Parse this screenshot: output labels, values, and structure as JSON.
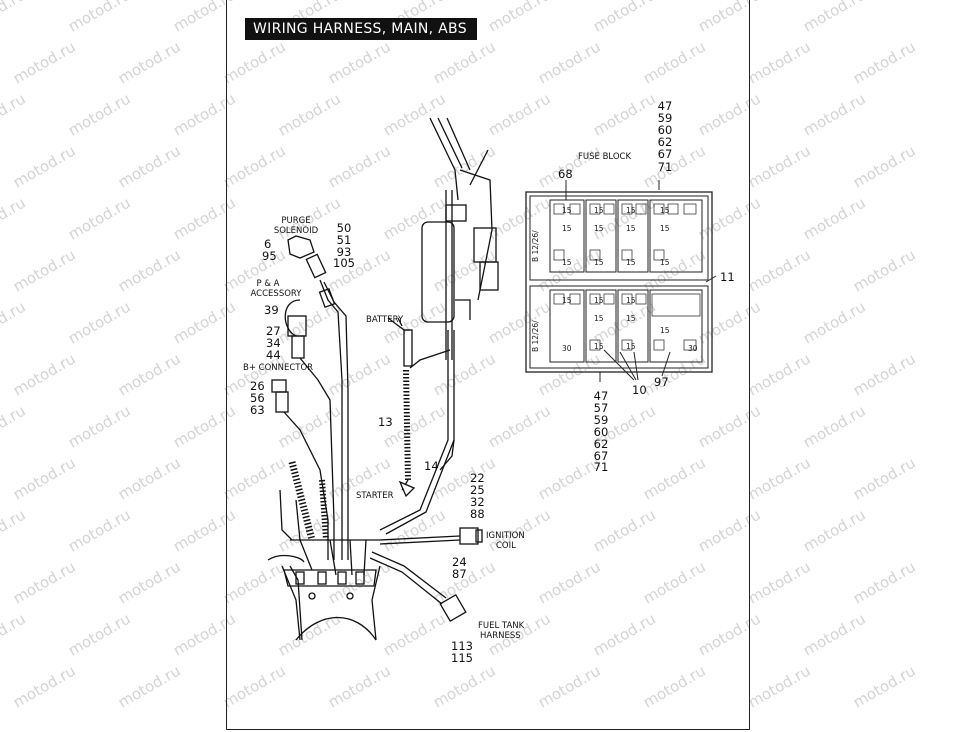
{
  "title": "WIRING HARNESS, MAIN, ABS",
  "watermark": "motod.ru",
  "labels": {
    "purge_solenoid_line1": "PURGE",
    "purge_solenoid_line2": "SOLENOID",
    "pa_accessory_line1": "P & A",
    "pa_accessory_line2": "ACCESSORY",
    "b_plus_connector": "B+ CONNECTOR",
    "battery": "BATTERY",
    "starter": "STARTER",
    "ignition_coil_line1": "IGNITION",
    "ignition_coil_line2": "COIL",
    "fuel_tank_harness_line1": "FUEL TANK",
    "fuel_tank_harness_line2": "HARNESS",
    "fuse_block": "FUSE BLOCK"
  },
  "callouts": {
    "purge_left": [
      "6",
      "95"
    ],
    "purge_right": [
      "50",
      "51",
      "93",
      "105"
    ],
    "pa_top": "39",
    "pa_lower": [
      "27",
      "34",
      "44"
    ],
    "bplus": [
      "26",
      "56",
      "63"
    ],
    "n13": "13",
    "n14": "14",
    "ignition_top": [
      "22",
      "25",
      "32",
      "88"
    ],
    "ignition_bottom": [
      "24",
      "87"
    ],
    "fuel": [
      "113",
      "115"
    ],
    "fuse_top": [
      "47",
      "59",
      "60",
      "62",
      "67",
      "71"
    ],
    "n68": "68",
    "n11": "11",
    "n10": "10",
    "n97": "97",
    "fuse_bottom": [
      "47",
      "57",
      "59",
      "60",
      "62",
      "67",
      "71"
    ]
  },
  "fuse_block": {
    "fuse_rating": "15",
    "relay_rating": "30",
    "side_label_top": "B 12/26/",
    "side_label_bottom": "B 12/26/"
  }
}
